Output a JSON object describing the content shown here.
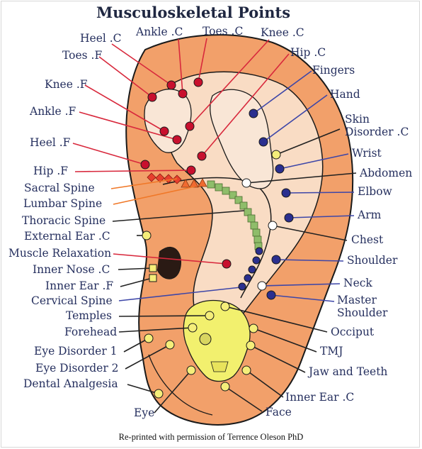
{
  "title": "Musculoskeletal Points",
  "credit": "Re-printed with permission of Terrence Oleson PhD",
  "colors": {
    "ear_outer": "#f2a06a",
    "ear_inner": "#f9dcc4",
    "skull": "#f2f06e",
    "red_point": "#c8102e",
    "blue_point": "#2b2f8f",
    "yellow_point": "#f5ee7a",
    "spine_green": "#8fbd6a",
    "line_red": "#d8283c",
    "line_blue": "#3d46a8",
    "line_black": "#222222",
    "line_orange": "#f07828"
  },
  "labels": {
    "heel_c": "Heel .C",
    "ankle_c": "Ankle .C",
    "toes_c": "Toes .C",
    "knee_c": "Knee .C",
    "toes_f": "Toes .F",
    "hip_c": "Hip .C",
    "fingers": "Fingers",
    "knee_f": "Knee .F",
    "hand": "Hand",
    "ankle_f": "Ankle .F",
    "skin_disorder_1": "Skin",
    "skin_disorder_2": "Disorder .C",
    "heel_f": "Heel .F",
    "wrist": "Wrist",
    "hip_f": "Hip .F",
    "abdomen": "Abdomen",
    "sacral_spine": "Sacral Spine",
    "elbow": "Elbow",
    "lumbar_spine": "Lumbar Spine",
    "thoracic_spine": "Thoracic Spine",
    "arm": "Arm",
    "external_ear": "External Ear .C",
    "chest": "Chest",
    "muscle_relaxation": "Muscle Relaxation",
    "inner_nose": "Inner Nose .C",
    "shoulder": "Shoulder",
    "inner_ear_f": "Inner Ear .F",
    "neck": "Neck",
    "cervical_spine": "Cervical Spine",
    "master_shoulder_1": "Master",
    "master_shoulder_2": "Shoulder",
    "temples": "Temples",
    "occiput": "Occiput",
    "forehead": "Forehead",
    "eye_disorder_1": "Eye Disorder 1",
    "tmj": "TMJ",
    "eye_disorder_2": "Eye Disorder 2",
    "jaw_and_teeth": "Jaw and Teeth",
    "dental_analgesia": "Dental Analgesia",
    "inner_ear_c": "Inner Ear .C",
    "eye": "Eye",
    "face": "Face"
  }
}
